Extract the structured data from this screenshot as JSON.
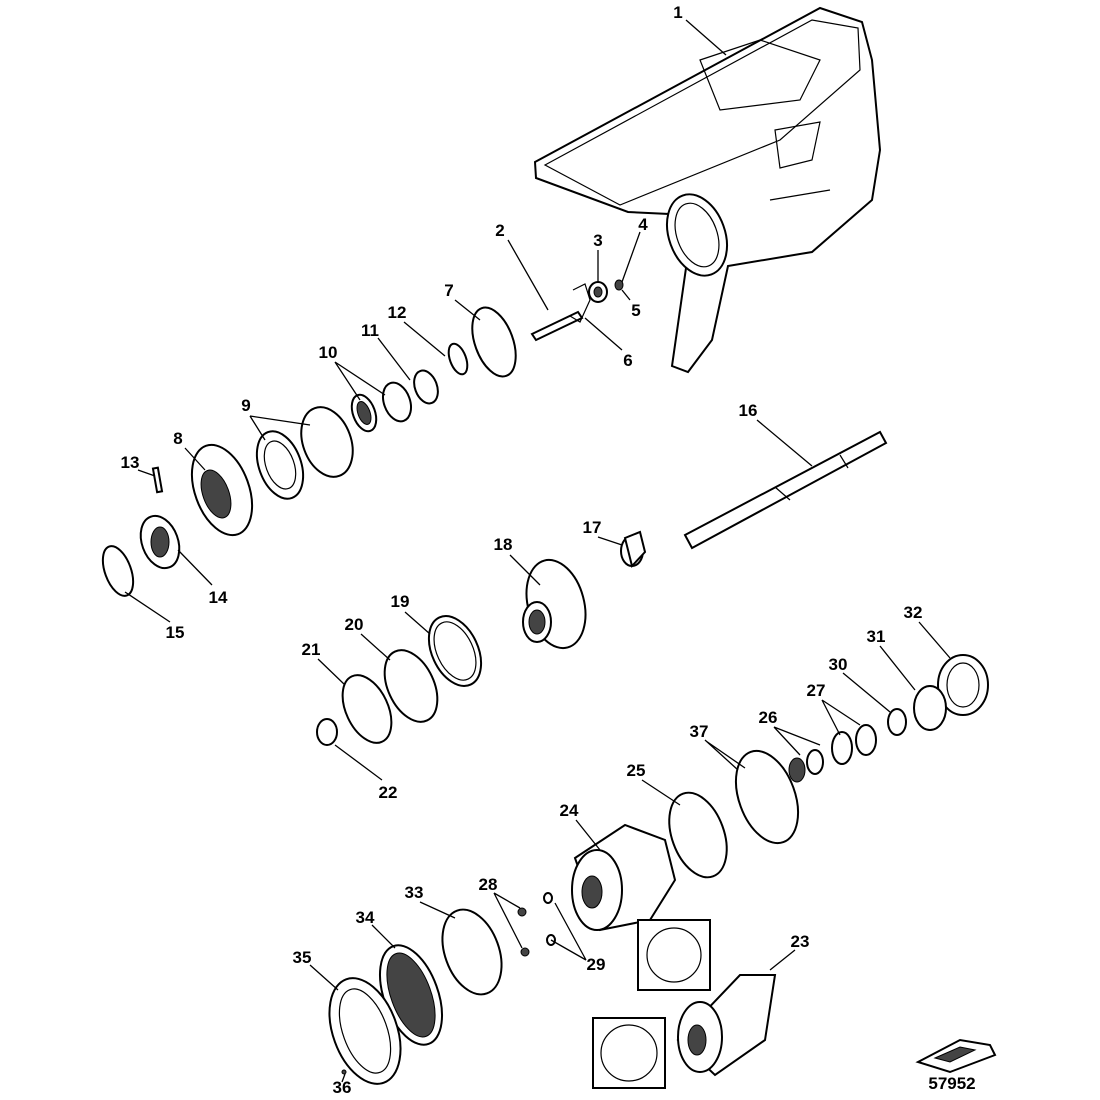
{
  "diagram": {
    "type": "exploded parts diagram",
    "callouts": [
      "1",
      "2",
      "3",
      "4",
      "5",
      "6",
      "7",
      "8",
      "9",
      "10",
      "11",
      "12",
      "13",
      "14",
      "15",
      "16",
      "17",
      "18",
      "19",
      "20",
      "21",
      "22",
      "23",
      "24",
      "25",
      "26",
      "27",
      "28",
      "29",
      "30",
      "31",
      "32",
      "33",
      "34",
      "35",
      "36",
      "37"
    ],
    "figure_number": "57952"
  }
}
